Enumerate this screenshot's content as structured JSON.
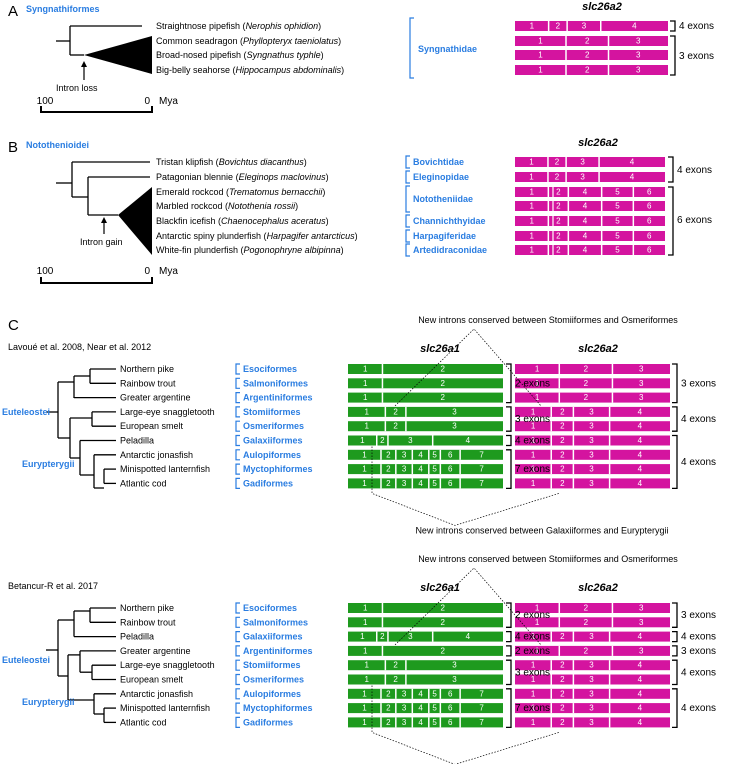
{
  "colors": {
    "clade": "#2a7de1",
    "magenta": "#d4149f",
    "green": "#1e9a1e",
    "tree": "#000000"
  },
  "panelA": {
    "letter": "A",
    "clade": "Syngnathiformes",
    "gene": "slc26a2",
    "family": "Syngnathidae",
    "event": "Intron loss",
    "scale_left": "100",
    "scale_right": "0",
    "scale_unit": "Mya",
    "species": [
      {
        "common": "Straightnose pipefish (",
        "latin": "Nerophis ophidion",
        "close": ")",
        "exons": [
          "1",
          "2",
          "3",
          "4"
        ]
      },
      {
        "common": "Common seadragon (",
        "latin": "Phyllopteryx taeniolatus",
        "close": ")",
        "exons": [
          "1",
          "2",
          "3"
        ]
      },
      {
        "common": "Broad-nosed pipefish (",
        "latin": "Syngnathus typhle",
        "close": ")",
        "exons": [
          "1",
          "2",
          "3"
        ]
      },
      {
        "common": "Big-belly seahorse (",
        "latin": "Hippocampus abdominalis",
        "close": ")",
        "exons": [
          "1",
          "2",
          "3"
        ]
      }
    ],
    "exon_counts": [
      "4 exons",
      "3 exons"
    ]
  },
  "panelB": {
    "letter": "B",
    "clade": "Notothenioidei",
    "gene": "slc26a2",
    "event": "Intron gain",
    "scale_left": "100",
    "scale_right": "0",
    "scale_unit": "Mya",
    "species": [
      {
        "common": "Tristan klipfish (",
        "latin": "Bovichtus diacanthus",
        "close": ")",
        "exons": [
          "1",
          "2",
          "3",
          "4"
        ]
      },
      {
        "common": "Patagonian blennie (",
        "latin": "Eleginops maclovinus",
        "close": ")",
        "exons": [
          "1",
          "2",
          "3",
          "4"
        ]
      },
      {
        "common": "Emerald rockcod (",
        "latin": "Trematomus bernacchii",
        "close": ")",
        "exons": [
          "1",
          "2",
          "4",
          "5",
          "6"
        ]
      },
      {
        "common": "Marbled rockcod (",
        "latin": "Notothenia rossii",
        "close": ")",
        "exons": [
          "1",
          "2",
          "4",
          "5",
          "6"
        ]
      },
      {
        "common": "Blackfin icefish (",
        "latin": "Chaenocephalus aceratus",
        "close": ")",
        "exons": [
          "1",
          "2",
          "4",
          "5",
          "6"
        ]
      },
      {
        "common": "Antarctic spiny plunderfish (",
        "latin": "Harpagifer antarcticus",
        "close": ")",
        "exons": [
          "1",
          "2",
          "4",
          "5",
          "6"
        ]
      },
      {
        "common": "White-fin plunderfish (",
        "latin": "Pogonophryne albipinna",
        "close": ")",
        "exons": [
          "1",
          "2",
          "4",
          "5",
          "6"
        ]
      }
    ],
    "families": [
      "Bovichtidae",
      "Eleginopidae",
      "Nototheniidae",
      "Channichthyidae",
      "Harpagiferidae",
      "Artedidraconidae"
    ],
    "exon_counts": [
      "4 exons",
      "6 exons"
    ]
  },
  "panelC": {
    "letter": "C",
    "top_note": "New introns conserved between Stomiiformes and Osmeriformes",
    "bottom_note": "New introns conserved between Galaxiiformes and Eurypterygii",
    "gene1": "slc26a1",
    "gene2": "slc26a2",
    "euteleostei": "Euteleostei",
    "eurypterygii": "Eurypterygii",
    "trees": [
      {
        "source": "Lavoué et al. 2008, Near et al. 2012",
        "rows": [
          {
            "species": "Northern pike",
            "order": "Esociformes",
            "a1": [
              "1",
              "2"
            ],
            "a2": [
              "1",
              "2",
              "3"
            ]
          },
          {
            "species": "Rainbow trout",
            "order": "Salmoniformes",
            "a1": [
              "1",
              "2"
            ],
            "a2": [
              "1",
              "2",
              "3"
            ]
          },
          {
            "species": "Greater argentine",
            "order": "Argentiniformes",
            "a1": [
              "1",
              "2"
            ],
            "a2": [
              "1",
              "2",
              "3"
            ]
          },
          {
            "species": "Large-eye snaggletooth",
            "order": "Stomiiformes",
            "a1": [
              "1",
              "2",
              "3"
            ],
            "a2": [
              "1",
              "2",
              "3",
              "4"
            ]
          },
          {
            "species": "European smelt",
            "order": "Osmeriformes",
            "a1": [
              "1",
              "2",
              "3"
            ],
            "a2": [
              "1",
              "2",
              "3",
              "4"
            ]
          },
          {
            "species": "Peladilla",
            "order": "Galaxiiformes",
            "a1": [
              "1",
              "2",
              "3",
              "4"
            ],
            "a2": [
              "1",
              "2",
              "3",
              "4"
            ]
          },
          {
            "species": "Antarctic jonasfish",
            "order": "Aulopiformes",
            "a1": [
              "1",
              "2",
              "3",
              "4",
              "5",
              "6",
              "7"
            ],
            "a2": [
              "1",
              "2",
              "3",
              "4"
            ]
          },
          {
            "species": "Minispotted lanternfish",
            "order": "Myctophiformes",
            "a1": [
              "1",
              "2",
              "3",
              "4",
              "5",
              "6",
              "7"
            ],
            "a2": [
              "1",
              "2",
              "3",
              "4"
            ]
          },
          {
            "species": "Atlantic cod",
            "order": "Gadiformes",
            "a1": [
              "1",
              "2",
              "3",
              "4",
              "5",
              "6",
              "7"
            ],
            "a2": [
              "1",
              "2",
              "3",
              "4"
            ]
          }
        ],
        "a1_groups": [
          {
            "label": "2 exons"
          },
          {
            "label": "3 exons"
          },
          {
            "label": "4 exons"
          },
          {
            "label": "7 exons"
          }
        ],
        "a2_groups": [
          {
            "label": "3 exons"
          },
          {
            "label": "4 exons"
          },
          {
            "label": "4 exons"
          }
        ]
      },
      {
        "source": "Betancur-R et al. 2017",
        "rows": [
          {
            "species": "Northern pike",
            "order": "Esociformes",
            "a1": [
              "1",
              "2"
            ],
            "a2": [
              "1",
              "2",
              "3"
            ]
          },
          {
            "species": "Rainbow trout",
            "order": "Salmoniformes",
            "a1": [
              "1",
              "2"
            ],
            "a2": [
              "1",
              "2",
              "3"
            ]
          },
          {
            "species": "Peladilla",
            "order": "Galaxiiformes",
            "a1": [
              "1",
              "2",
              "3",
              "4"
            ],
            "a2": [
              "1",
              "2",
              "3",
              "4"
            ]
          },
          {
            "species": "Greater argentine",
            "order": "Argentiniformes",
            "a1": [
              "1",
              "2"
            ],
            "a2": [
              "1",
              "2",
              "3"
            ]
          },
          {
            "species": "Large-eye snaggletooth",
            "order": "Stomiiformes",
            "a1": [
              "1",
              "2",
              "3"
            ],
            "a2": [
              "1",
              "2",
              "3",
              "4"
            ]
          },
          {
            "species": "European smelt",
            "order": "Osmeriformes",
            "a1": [
              "1",
              "2",
              "3"
            ],
            "a2": [
              "1",
              "2",
              "3",
              "4"
            ]
          },
          {
            "species": "Antarctic jonasfish",
            "order": "Aulopiformes",
            "a1": [
              "1",
              "2",
              "3",
              "4",
              "5",
              "6",
              "7"
            ],
            "a2": [
              "1",
              "2",
              "3",
              "4"
            ]
          },
          {
            "species": "Minispotted lanternfish",
            "order": "Myctophiformes",
            "a1": [
              "1",
              "2",
              "3",
              "4",
              "5",
              "6",
              "7"
            ],
            "a2": [
              "1",
              "2",
              "3",
              "4"
            ]
          },
          {
            "species": "Atlantic cod",
            "order": "Gadiformes",
            "a1": [
              "1",
              "2",
              "3",
              "4",
              "5",
              "6",
              "7"
            ],
            "a2": [
              "1",
              "2",
              "3",
              "4"
            ]
          }
        ],
        "a1_groups": [
          {
            "label": "2 exons"
          },
          {
            "label": "4 exons"
          },
          {
            "label": "2 exons"
          },
          {
            "label": "3 exons"
          },
          {
            "label": "7 exons"
          }
        ],
        "a2_groups": [
          {
            "label": "3 exons"
          },
          {
            "label": "4 exons"
          },
          {
            "label": "3 exons"
          },
          {
            "label": "4 exons"
          },
          {
            "label": "4 exons"
          }
        ]
      }
    ]
  }
}
